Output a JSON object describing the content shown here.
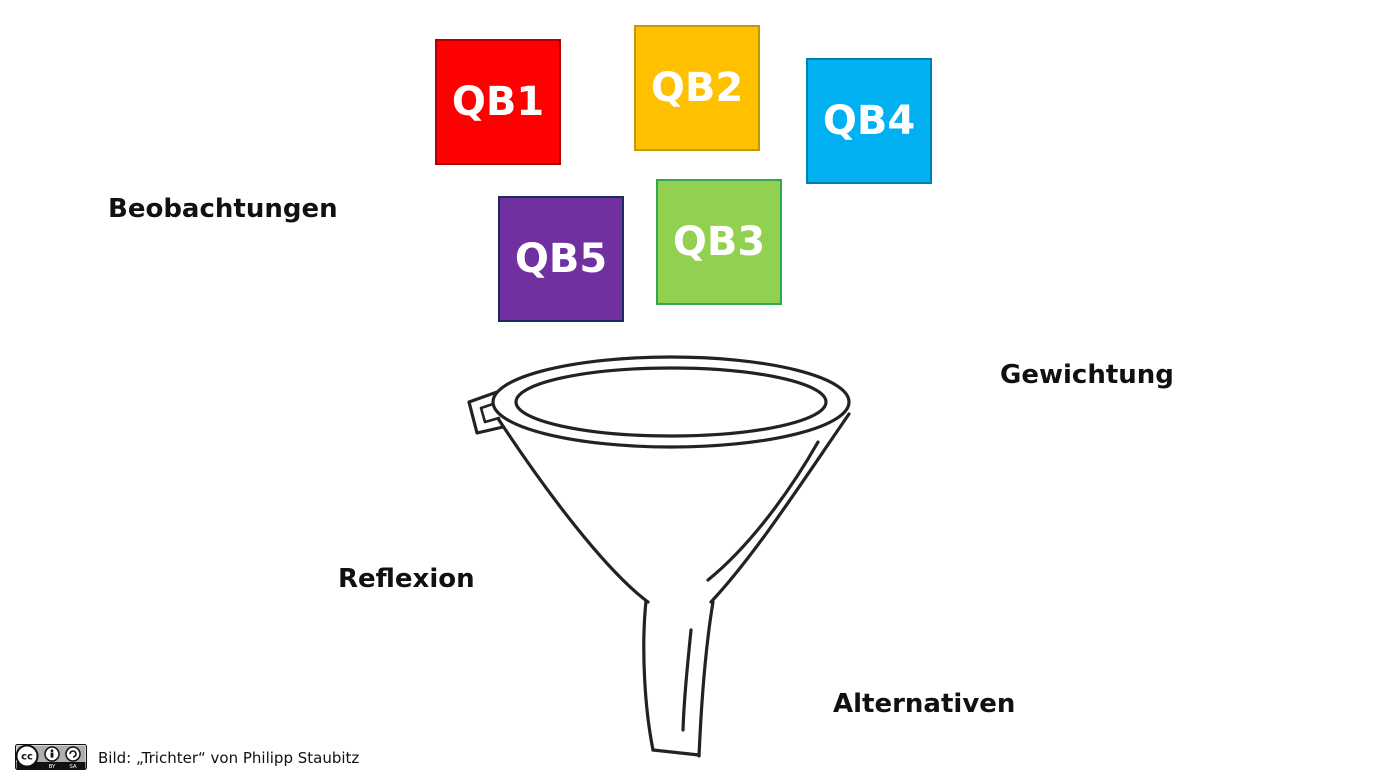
{
  "boxes": {
    "qb1": {
      "label": "QB1",
      "color": "#ff0000"
    },
    "qb2": {
      "label": "QB2",
      "color": "#ffc000"
    },
    "qb3": {
      "label": "QB3",
      "color": "#92d050"
    },
    "qb4": {
      "label": "QB4",
      "color": "#00b0f0"
    },
    "qb5": {
      "label": "QB5",
      "color": "#7030a0"
    }
  },
  "labels": {
    "beobachtungen": "Beobachtungen",
    "gewichtung": "Gewichtung",
    "reflexion": "Reflexion",
    "alternativen": "Alternativen"
  },
  "icons": {
    "funnel": "funnel-icon",
    "license": "cc-by-sa-icon"
  },
  "license": {
    "cc": "cc",
    "by": "BY",
    "sa": "SA"
  },
  "credit": {
    "text": "Bild: „Trichter“ von Philipp Staubitz"
  }
}
